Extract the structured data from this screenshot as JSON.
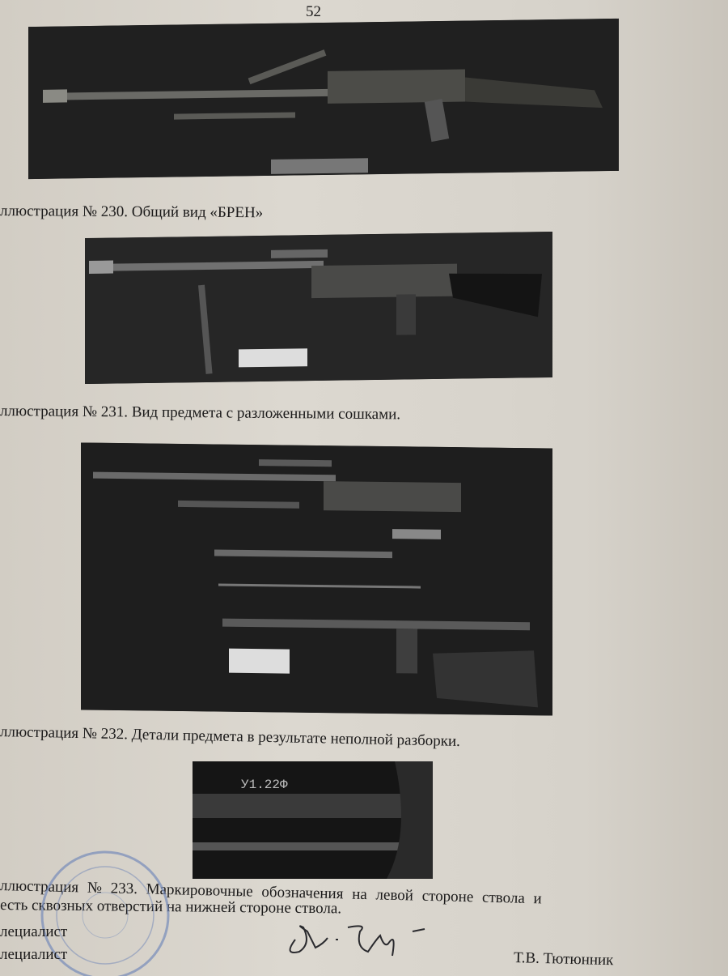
{
  "page_number": "52",
  "figures": [
    {
      "caption": "ллюстрация № 230. Общий вид «БРЕН»"
    },
    {
      "caption": "ллюстрация № 231. Вид предмета с разложенными сошками."
    },
    {
      "caption": "ллюстрация № 232. Детали предмета в результате неполной разборки."
    },
    {
      "caption_line1": "ллюстрация № 233. Маркировочные обозначения на левой стороне ствола и",
      "caption_line2": "есть сквозных отверстий на нижней стороне ствола.",
      "marking": "У1.22Ф"
    }
  ],
  "signatures": {
    "role1": "лециалист",
    "role2": "лециалист",
    "name": "Т.В. Тютюнник"
  }
}
